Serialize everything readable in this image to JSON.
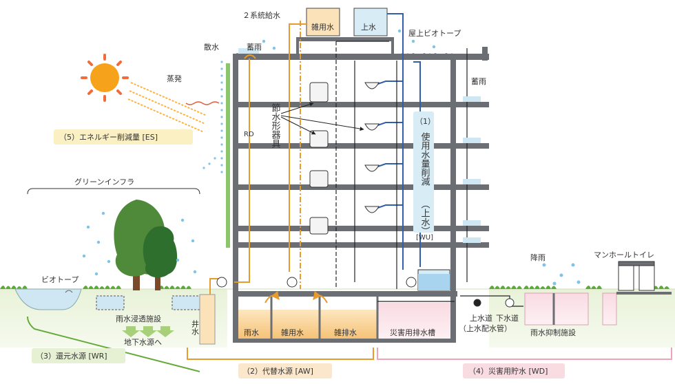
{
  "labels": {
    "dual_supply": "２系統給水",
    "gray_tank": "雑用水",
    "city_tank": "上水",
    "rooftop_biotope": "屋上ビオトープ",
    "sprinkle": "散水",
    "rain_store_roof": "蓄雨",
    "rain_store_side": "蓄雨",
    "evaporation": "蒸発",
    "fixtures": "節水形器具",
    "rd": "RD",
    "green_infra": "グリーンインフラ",
    "biotope": "ビオトープ",
    "infiltration": "雨水浸透施設",
    "to_groundwater": "地下水源へ",
    "well": "井水",
    "tank_rain": "雨水",
    "tank_gray": "雑用水",
    "tank_drain": "雑排水",
    "tank_disaster": "災害用排水槽",
    "water_main_1": "上水道",
    "water_main_2": "（上水配水管）",
    "sewer": "下水道",
    "rain_control": "雨水抑制施設",
    "rainfall": "降雨",
    "manhole_toilet": "マンホールトイレ",
    "wu_num": "（1）",
    "wu_text": "使用水量削減",
    "wu_sub": "（上水）",
    "wu_code": "[WU]",
    "es": "（5）エネルギー削減量 [ES]",
    "wr": "（3）還元水源 [WR]",
    "aw": "（2）代替水源 [AW]",
    "wd": "（4）災害用貯水 [WD]"
  },
  "colors": {
    "structure": "#6b6e72",
    "gray_water": "#e99a2c",
    "city_water": "#2f5fa8",
    "light_water": "#cfe6f3",
    "ground": "#e4efd2",
    "grass": "#5caa3a",
    "disaster": "#f6d3dc",
    "storage": "#f6c77c",
    "es_box": "#fbf0c4",
    "wu_box": "#d8ecf6",
    "aw_box": "#fbe7cb",
    "wr_box": "#e6f0d3",
    "wd_box": "#f9dbe2"
  }
}
